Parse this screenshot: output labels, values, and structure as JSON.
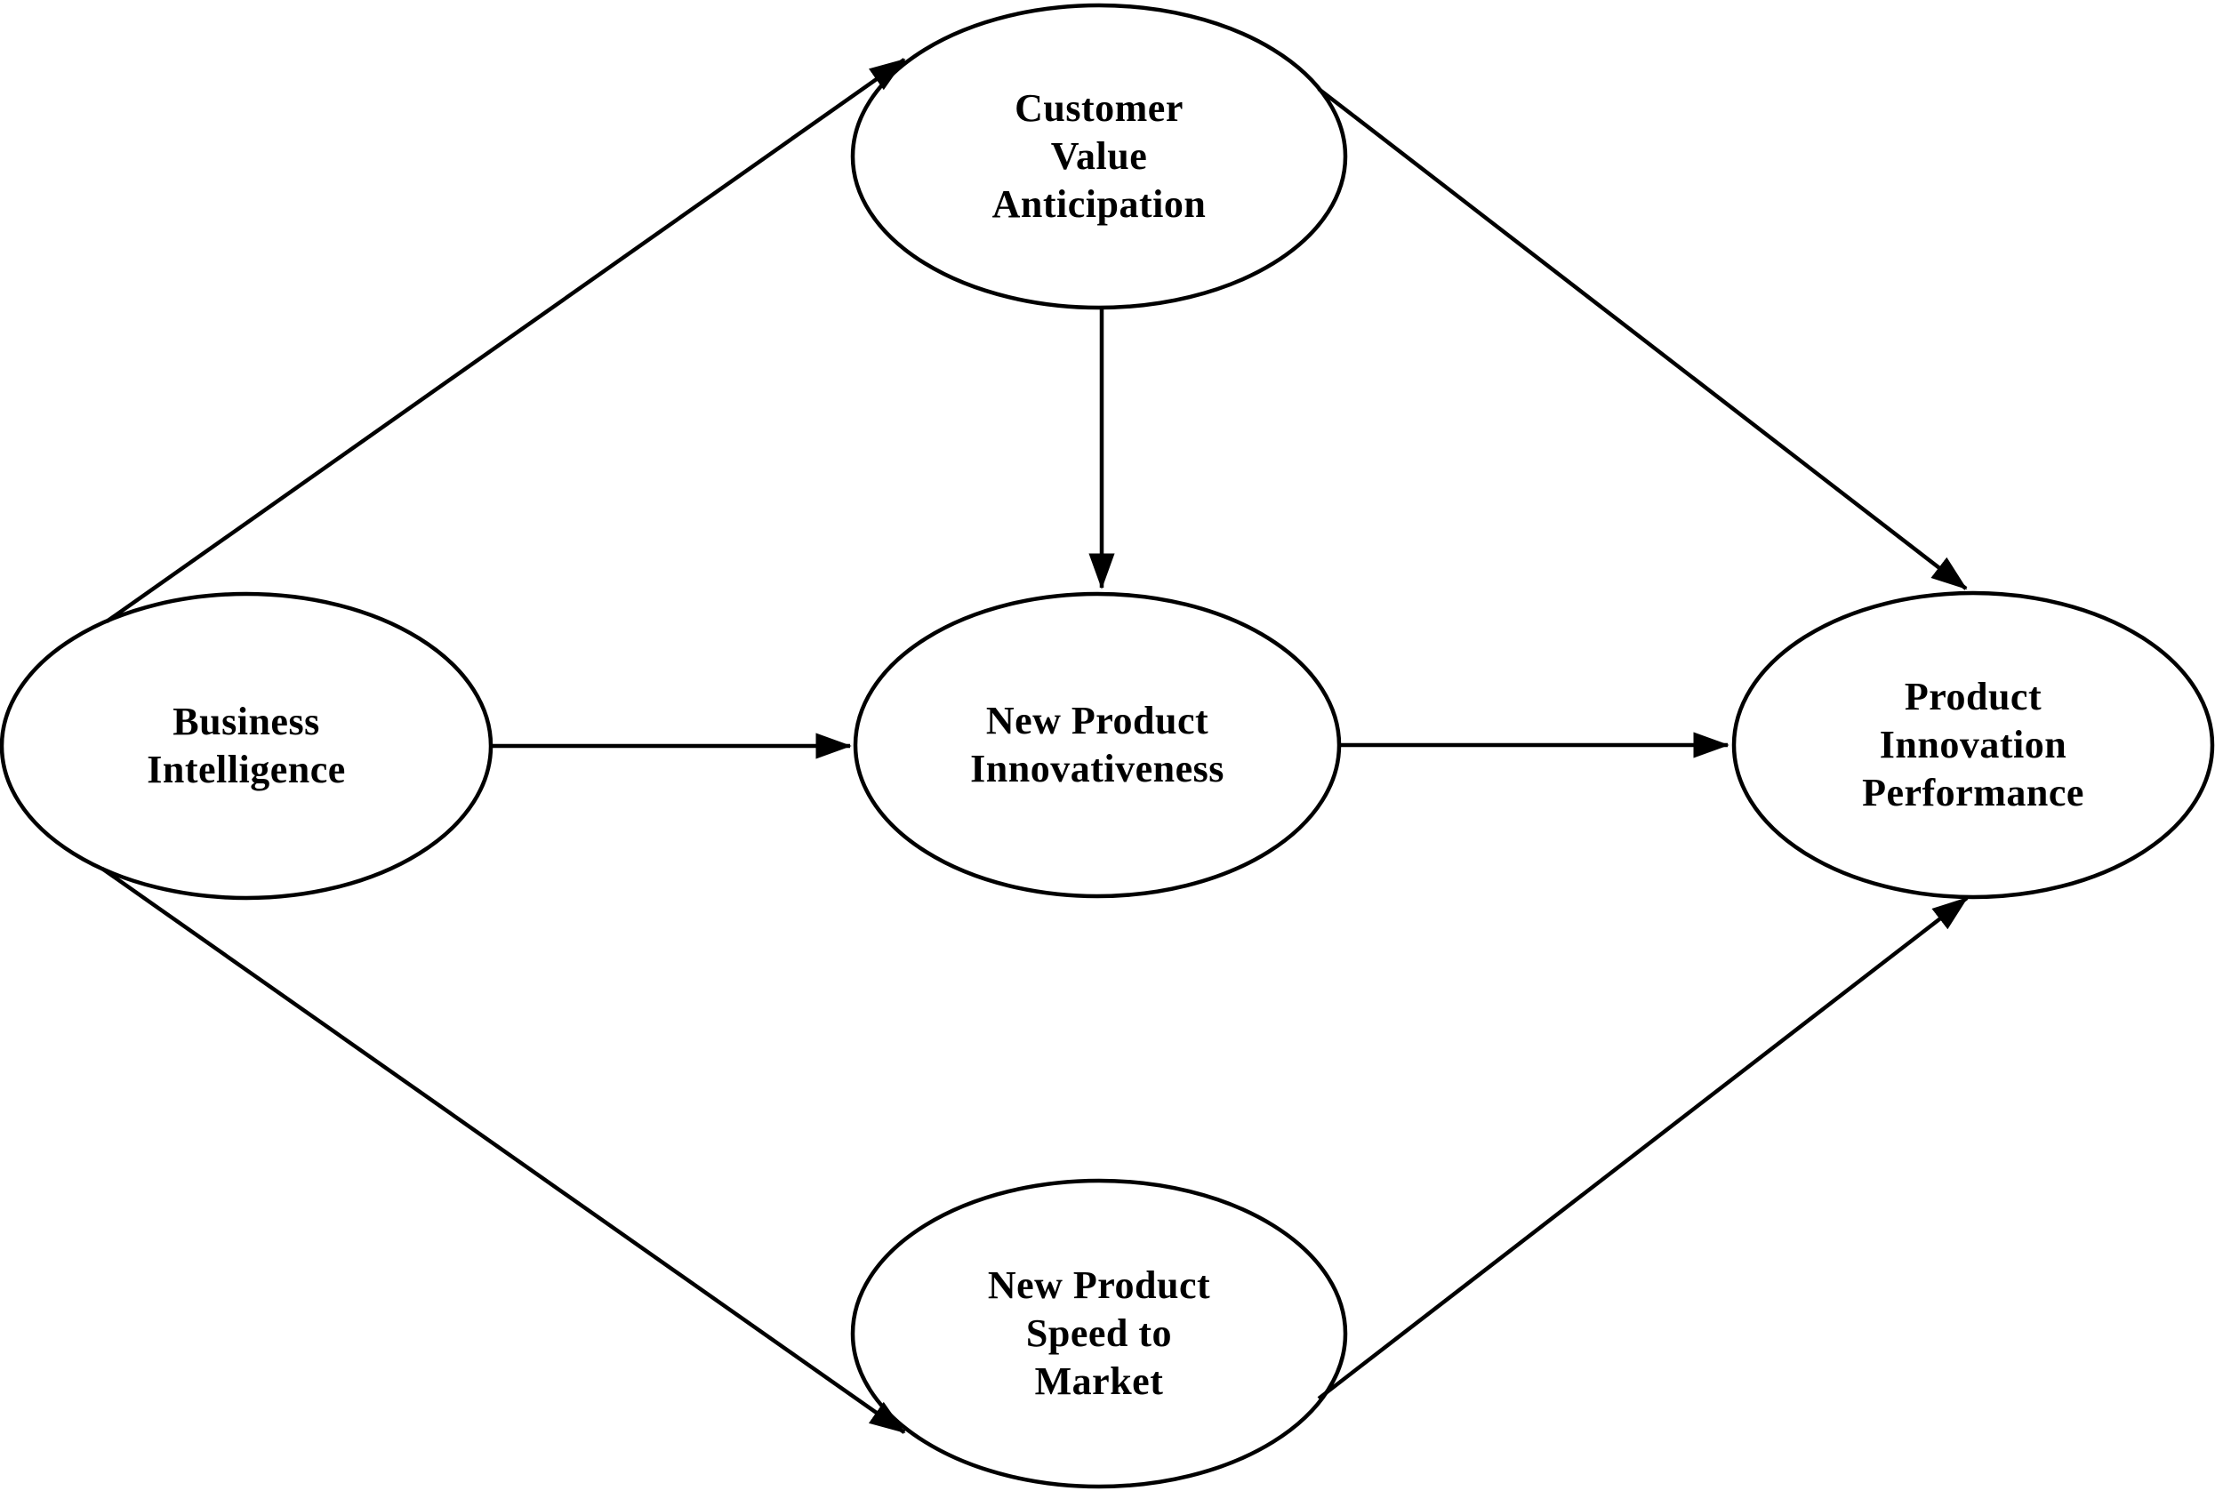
{
  "diagram": {
    "title": "",
    "colors": {
      "background": "#ffffff",
      "node_fill": "#ffffff",
      "stroke": "#000000",
      "text": "#000000"
    },
    "nodes": {
      "business_intelligence": {
        "label": "Business\nIntelligence"
      },
      "customer_value_anticipation": {
        "label": "Customer\nValue\nAnticipation"
      },
      "new_product_innovativeness": {
        "label": "New Product\nInnovativeness"
      },
      "new_product_speed_to_market": {
        "label": "New Product\nSpeed to\nMarket"
      },
      "product_innovation_performance": {
        "label": "Product\nInnovation\nPerformance"
      }
    },
    "edges": [
      {
        "from": "Business Intelligence",
        "to": "Customer Value Anticipation",
        "style": "arrow"
      },
      {
        "from": "Business Intelligence",
        "to": "New Product Innovativeness",
        "style": "arrow"
      },
      {
        "from": "Business Intelligence",
        "to": "New Product Speed to Market",
        "style": "arrow"
      },
      {
        "from": "Customer Value Anticipation",
        "to": "New Product Innovativeness",
        "style": "arrow"
      },
      {
        "from": "Customer Value Anticipation",
        "to": "Product Innovation Performance",
        "style": "arrow"
      },
      {
        "from": "New Product Innovativeness",
        "to": "Product Innovation Performance",
        "style": "arrow"
      },
      {
        "from": "New Product Speed to Market",
        "to": "Product Innovation Performance",
        "style": "arrow"
      }
    ]
  }
}
